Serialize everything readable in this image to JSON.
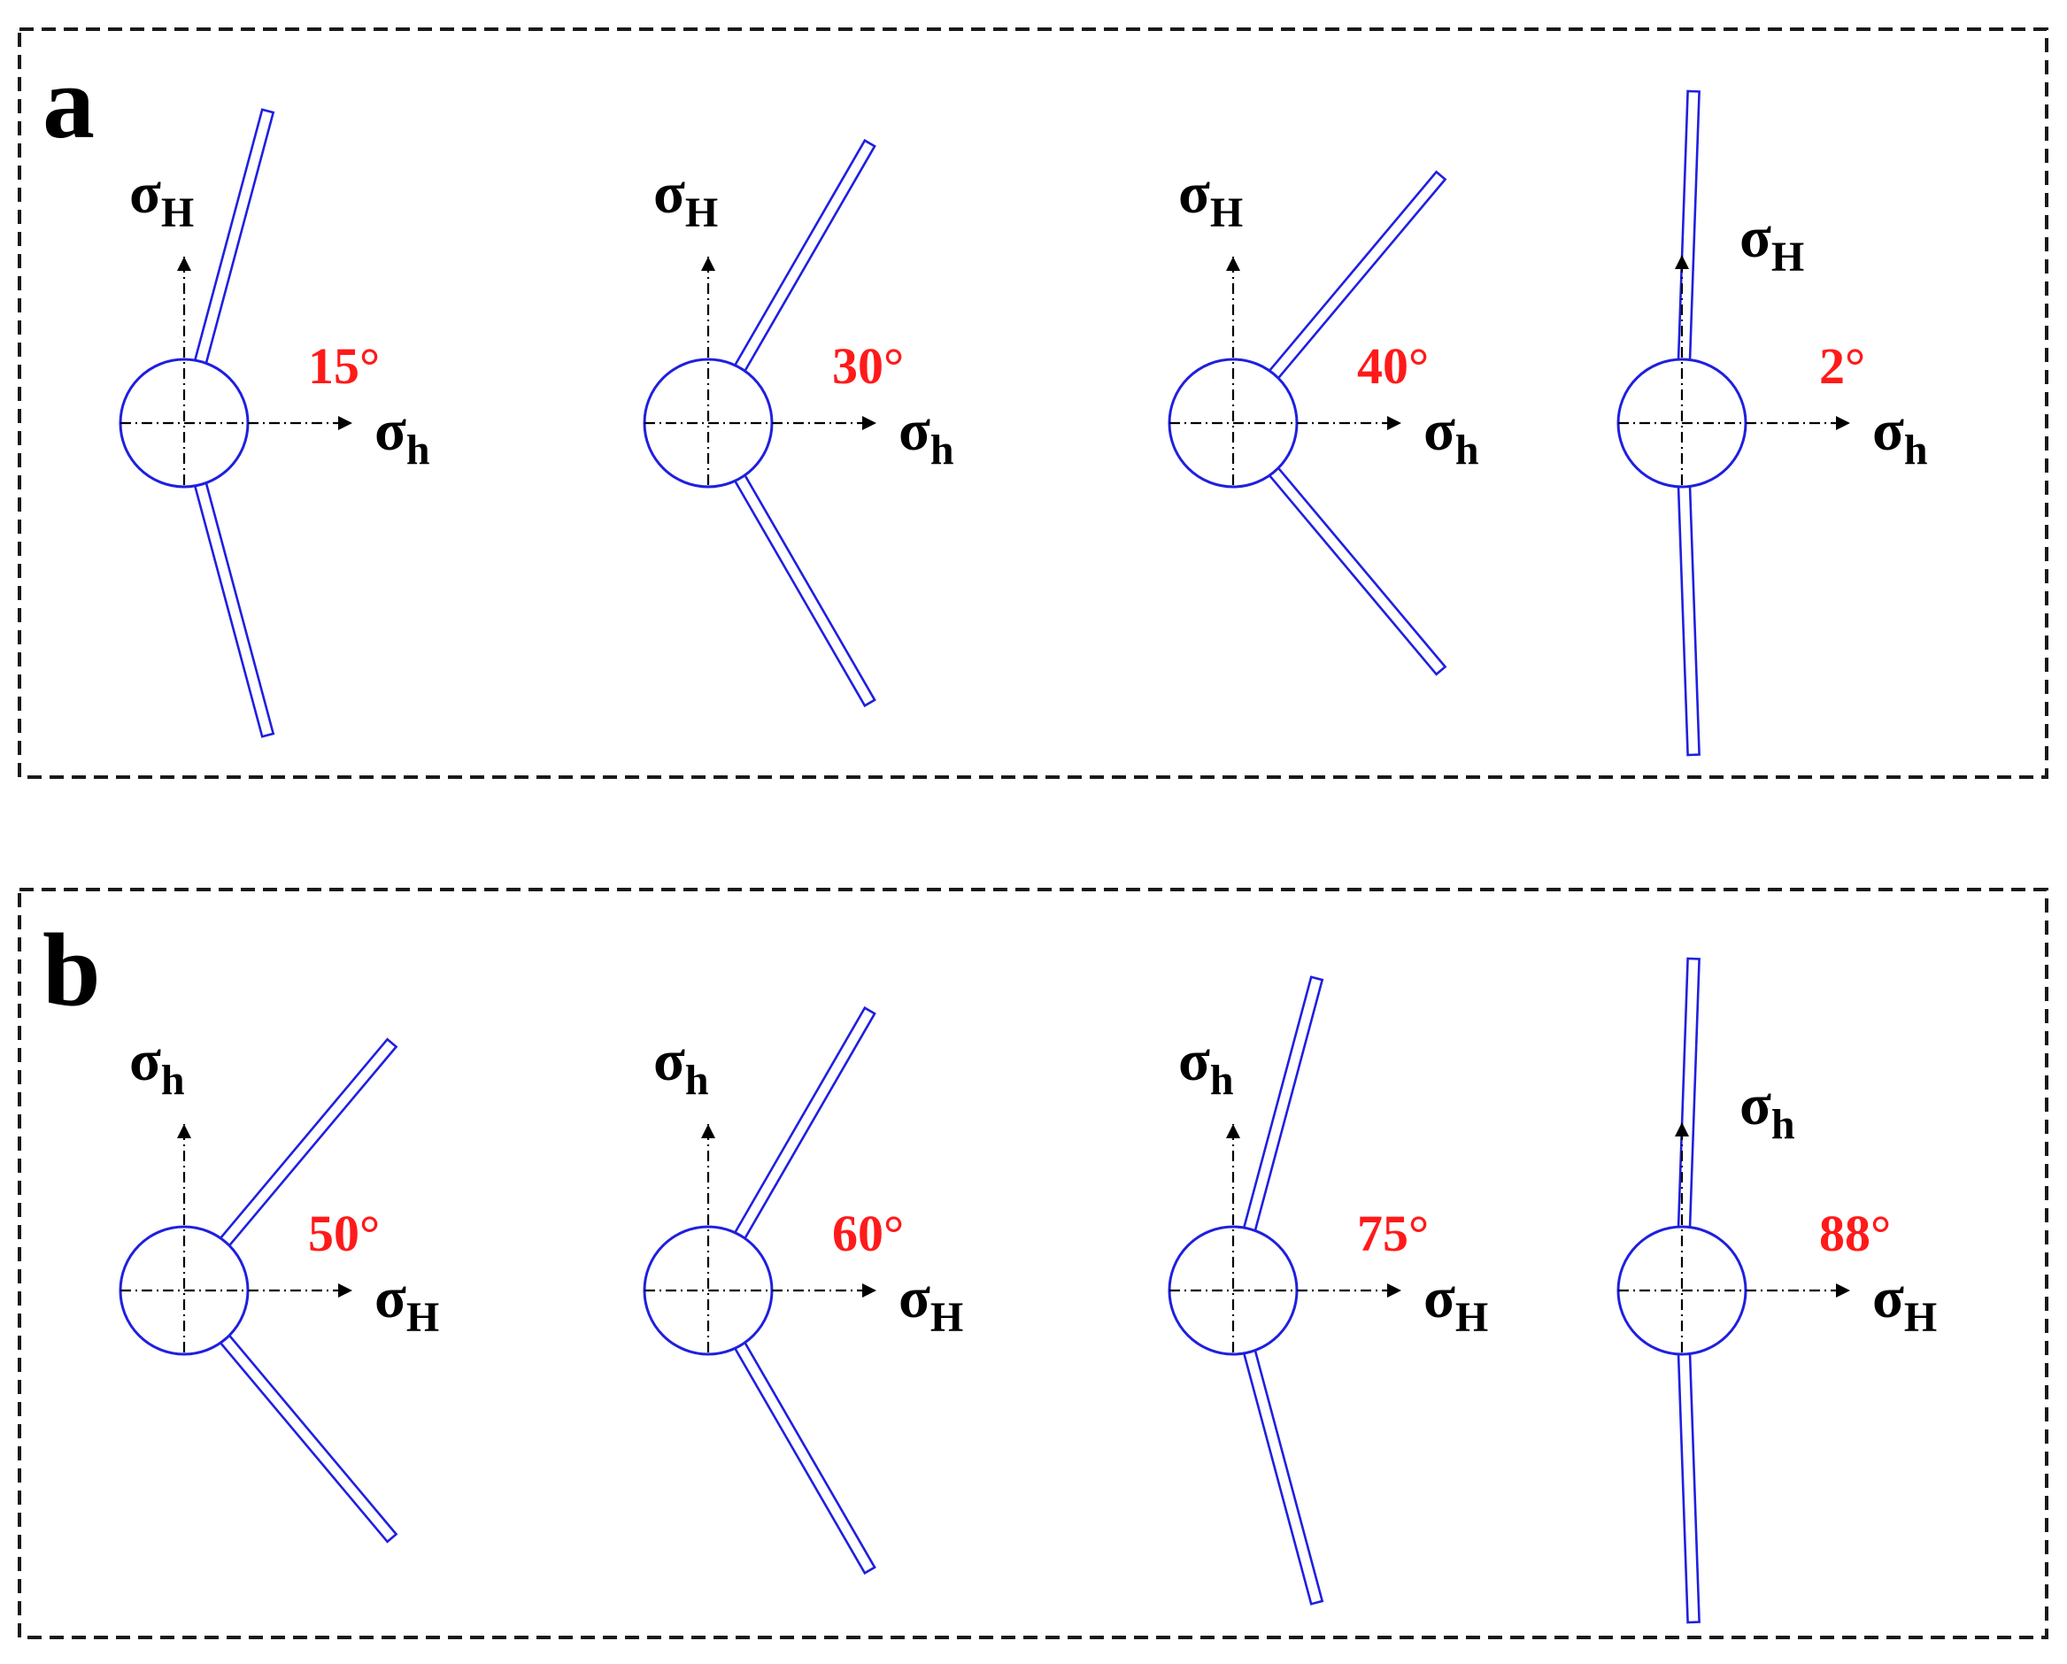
{
  "panels": [
    {
      "letter": "a",
      "vertical_stress": {
        "symbol": "σ",
        "sub": "H"
      },
      "horizontal_stress": {
        "symbol": "σ",
        "sub": "h"
      },
      "cases": [
        {
          "angle_label": "15°",
          "angle_deg": 15
        },
        {
          "angle_label": "30°",
          "angle_deg": 30
        },
        {
          "angle_label": "40°",
          "angle_deg": 40
        },
        {
          "angle_label": "2°",
          "angle_deg": 2
        }
      ]
    },
    {
      "letter": "b",
      "vertical_stress": {
        "symbol": "σ",
        "sub": "h"
      },
      "horizontal_stress": {
        "symbol": "σ",
        "sub": "H"
      },
      "cases": [
        {
          "angle_label": "50°",
          "angle_deg": 50
        },
        {
          "angle_label": "60°",
          "angle_deg": 60
        },
        {
          "angle_label": "75°",
          "angle_deg": 75
        },
        {
          "angle_label": "88°",
          "angle_deg": 88
        }
      ]
    }
  ],
  "colors": {
    "borehole": "#1f1fe0",
    "fracture": "#1f1fe0",
    "angle_text": "#ff1a1a",
    "stress_text": "#000000",
    "frame": "#1a1a1a"
  }
}
